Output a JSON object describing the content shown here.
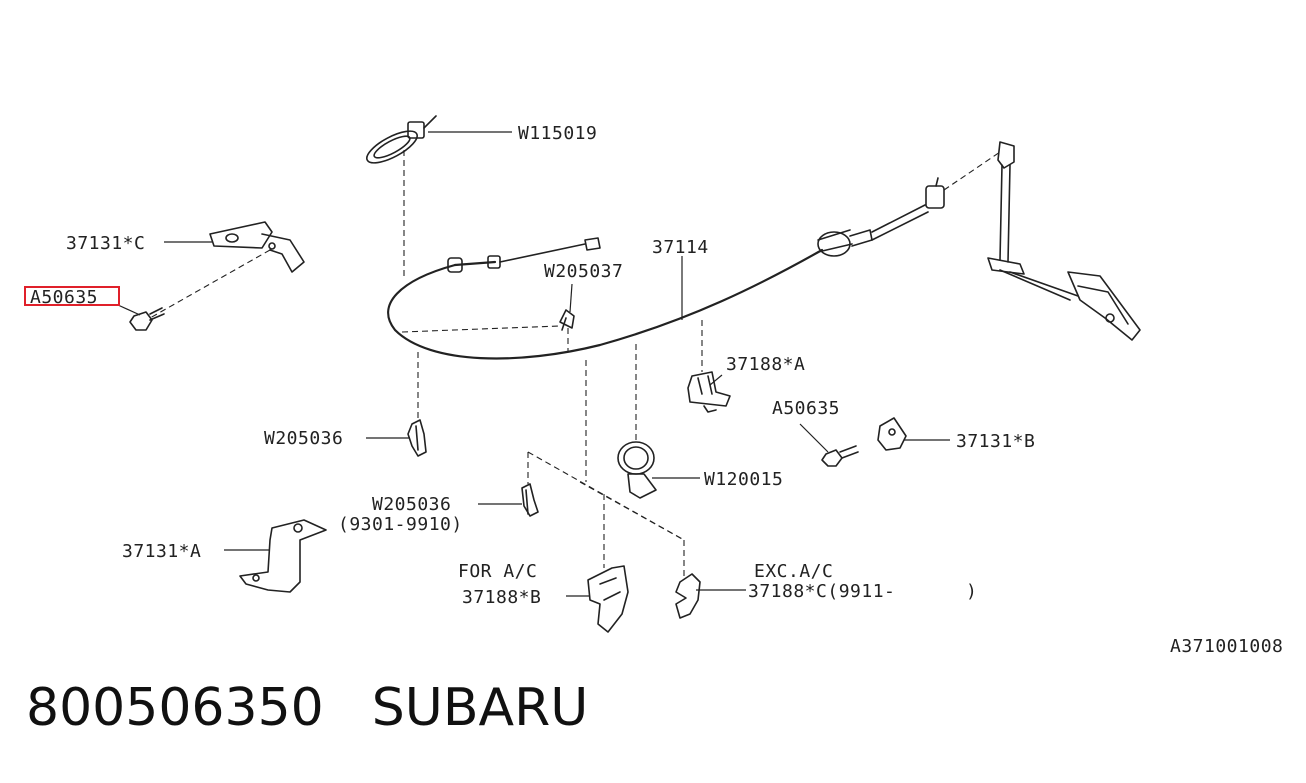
{
  "labels": {
    "w115019": "W115019",
    "p37131c": "37131*C",
    "a50635_hl": "A50635",
    "p37114": "37114",
    "w205037": "W205037",
    "p37188a": "37188*A",
    "a50635": "A50635",
    "p37131b": "37131*B",
    "w205036_top": "W205036",
    "w120015": "W120015",
    "w205036": "W205036",
    "range_9301": "(9301-9910)",
    "p37131a": "37131*A",
    "for_ac": "FOR A/C",
    "p37188b": "37188*B",
    "exc_ac": "EXC.A/C",
    "p37188c": "37188*C(9911-",
    "p37188c_close": ")",
    "diagram_code": "A371001008"
  },
  "footer": {
    "part_number": "800506350",
    "brand": "SUBARU"
  },
  "highlight_color": "#e0202a"
}
